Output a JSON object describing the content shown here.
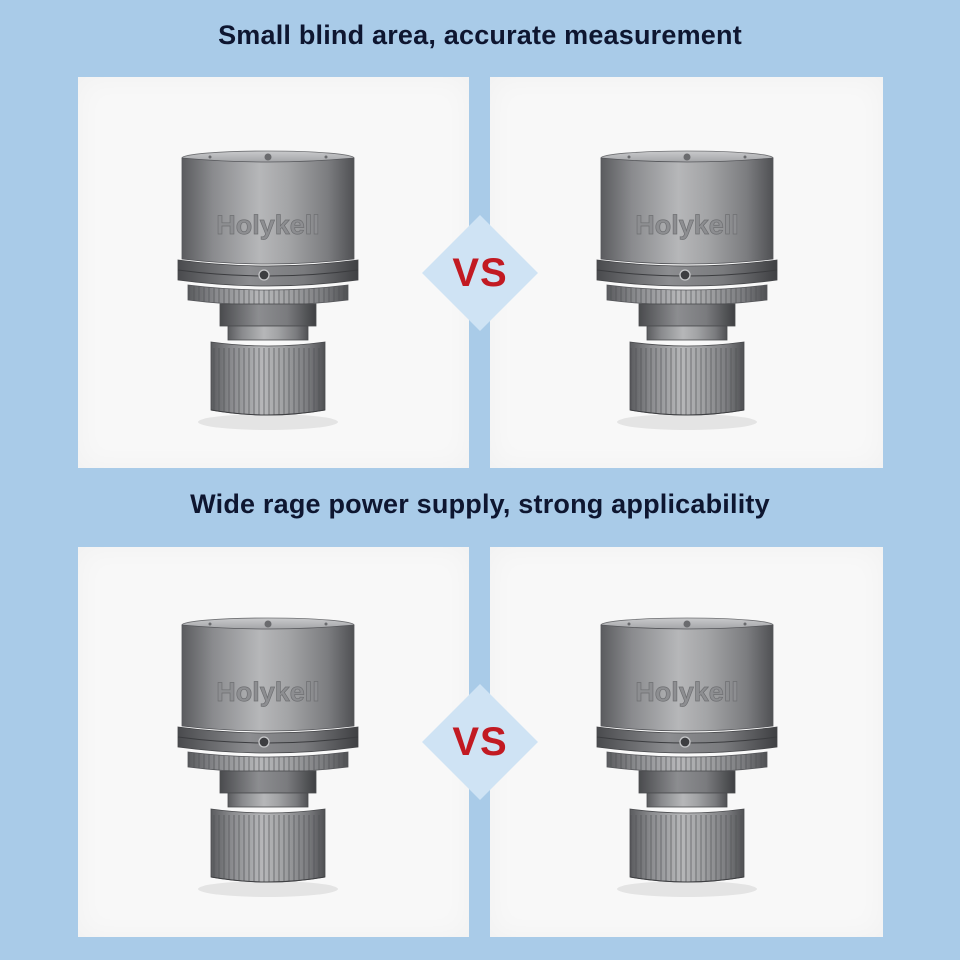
{
  "sections": [
    {
      "heading": "Small blind area, accurate measurement",
      "vs_label": "VS",
      "left_product": {
        "logo_text": "Holykell"
      },
      "right_product": {
        "logo_text": "Holykell"
      }
    },
    {
      "heading": "Wide rage power supply, strong applicability",
      "vs_label": "VS",
      "left_product": {
        "logo_text": "Holykell"
      },
      "right_product": {
        "logo_text": "Holykell"
      }
    }
  ],
  "colors": {
    "background": "#a9cbe8",
    "panel": "#f8f8f8",
    "heading_text": "#0e1630",
    "vs_text": "#c21a22",
    "vs_diamond": "#cfe3f4",
    "metal": "#8e8f91"
  }
}
